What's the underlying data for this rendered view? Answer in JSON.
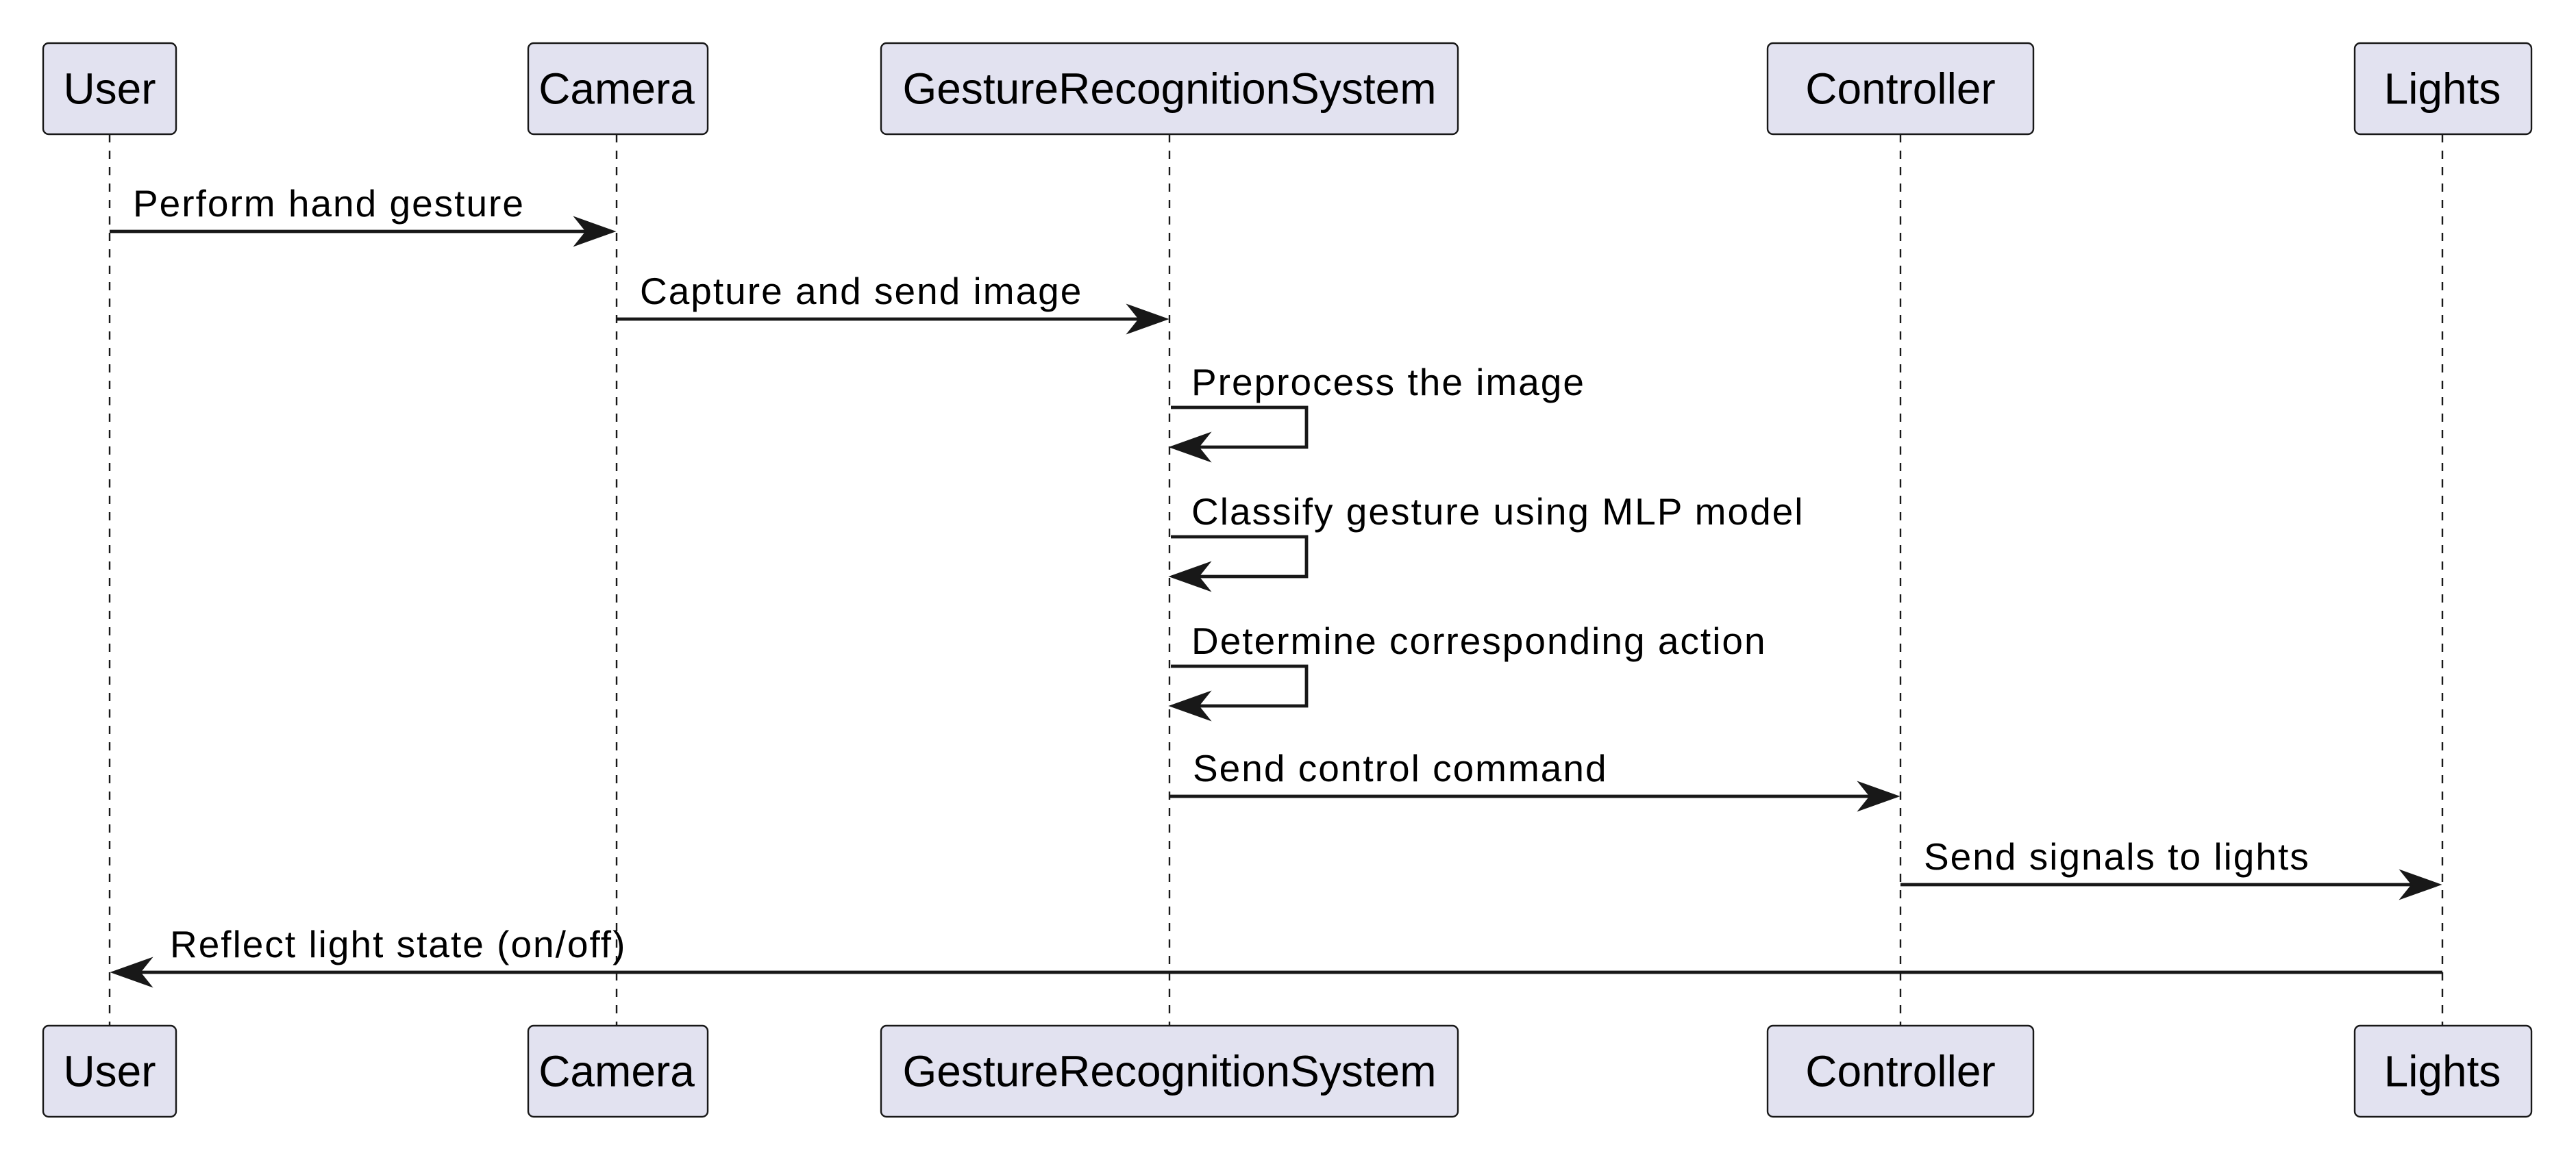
{
  "participants": [
    {
      "id": "user",
      "name": "User"
    },
    {
      "id": "camera",
      "name": "Camera"
    },
    {
      "id": "grs",
      "name": "GestureRecognitionSystem"
    },
    {
      "id": "controller",
      "name": "Controller"
    },
    {
      "id": "lights",
      "name": "Lights"
    }
  ],
  "messages": [
    {
      "from": "user",
      "to": "camera",
      "label": "Perform hand gesture"
    },
    {
      "from": "camera",
      "to": "grs",
      "label": "Capture and send image"
    },
    {
      "from": "grs",
      "to": "grs",
      "label": "Preprocess the image"
    },
    {
      "from": "grs",
      "to": "grs",
      "label": "Classify gesture using MLP model"
    },
    {
      "from": "grs",
      "to": "grs",
      "label": "Determine corresponding action"
    },
    {
      "from": "grs",
      "to": "controller",
      "label": "Send control command"
    },
    {
      "from": "controller",
      "to": "lights",
      "label": "Send signals to lights"
    },
    {
      "from": "lights",
      "to": "user",
      "label": "Reflect light state (on/off)"
    }
  ],
  "colors": {
    "participant_fill": "#e2e2f0",
    "line": "#181818",
    "text": "#000000"
  }
}
